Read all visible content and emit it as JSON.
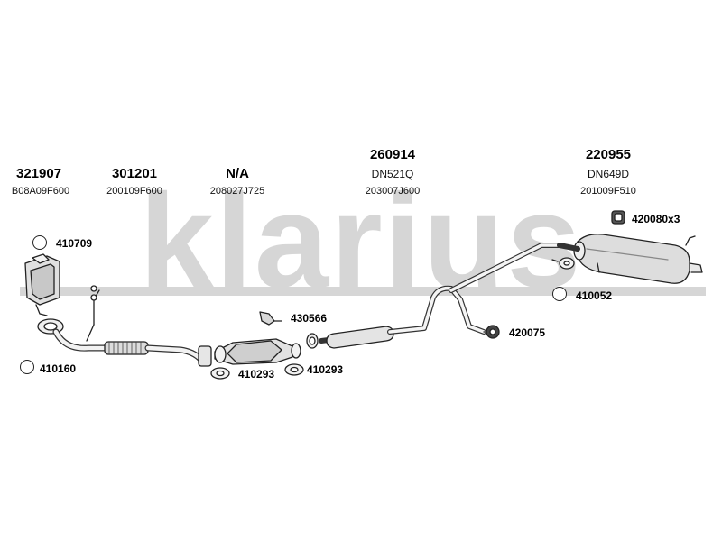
{
  "watermark": {
    "text": "klarius"
  },
  "columns": [
    {
      "code": "321907",
      "sub": "B08A09F600"
    },
    {
      "code": "301201",
      "sub": "200109F600"
    },
    {
      "code": "N/A",
      "sub": "208027J725"
    },
    {
      "code": "260914",
      "dn": "DN521Q",
      "sub": "203007J600"
    },
    {
      "code": "220955",
      "dn": "DN649D",
      "sub": "201009F510"
    }
  ],
  "callouts": {
    "c410709": "410709",
    "c410160": "410160",
    "c430566": "430566",
    "c410293a": "410293",
    "c410293b": "410293",
    "c420080": "420080x3",
    "c410052": "410052",
    "c420075": "420075"
  },
  "colors": {
    "watermark": "#d4d4d4",
    "line": "#222222",
    "part_fill": "#e9e9e9"
  }
}
